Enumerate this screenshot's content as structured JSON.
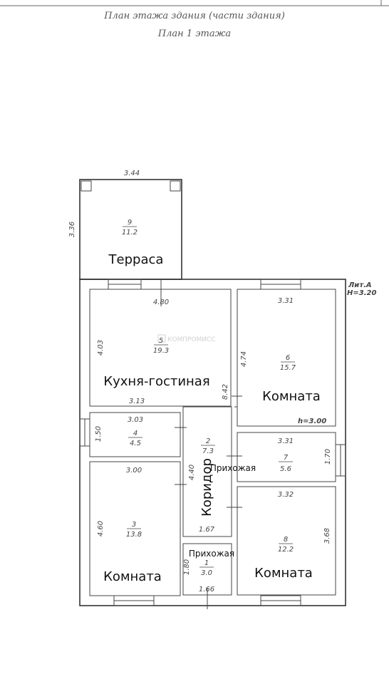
{
  "header": {
    "title": "План этажа здания (части здания)",
    "subtitle": "План 1 этажа"
  },
  "building": {
    "letter": "Лит.А",
    "height": "H=3.20",
    "ceiling": "h=3.00",
    "watermark": "КОМПРОМИСС"
  },
  "rooms": {
    "terrace": {
      "label": "Терраса",
      "num": "9",
      "area": "11.2"
    },
    "kitchen": {
      "label": "Кухня-гостиная",
      "num": "5",
      "area": "19.3"
    },
    "room6": {
      "label": "Комната",
      "num": "6",
      "area": "15.7"
    },
    "room4": {
      "num": "4",
      "area": "4.5"
    },
    "corridor": {
      "label": "Коридор",
      "num": "2",
      "area": "7.3"
    },
    "hall7": {
      "label": "Прихожая",
      "num": "7",
      "area": "5.6"
    },
    "room3": {
      "label": "Комната",
      "num": "3",
      "area": "13.8"
    },
    "hall1": {
      "label": "Прихожая",
      "num": "1",
      "area": "3.0"
    },
    "room8": {
      "label": "Комната",
      "num": "8",
      "area": "12.2"
    }
  },
  "dims": {
    "terrace_w": "3.44",
    "terrace_h": "3.36",
    "kitchen_w": "4.80",
    "kitchen_h": "4.03",
    "kitchen_b": "3.13",
    "room6_w": "3.31",
    "room6_h": "4.74",
    "stair": "8.42",
    "room4_w": "3.03",
    "room4_h": "1.50",
    "hall7_w": "3.31",
    "hall7_h": "1.70",
    "room3_w": "3.00",
    "room3_h": "4.60",
    "corr_h": "4.40",
    "corr_w": "1.67",
    "hall1_h": "1.80",
    "hall1_w": "1.66",
    "room8_w": "3.32",
    "room8_h": "3.68"
  }
}
